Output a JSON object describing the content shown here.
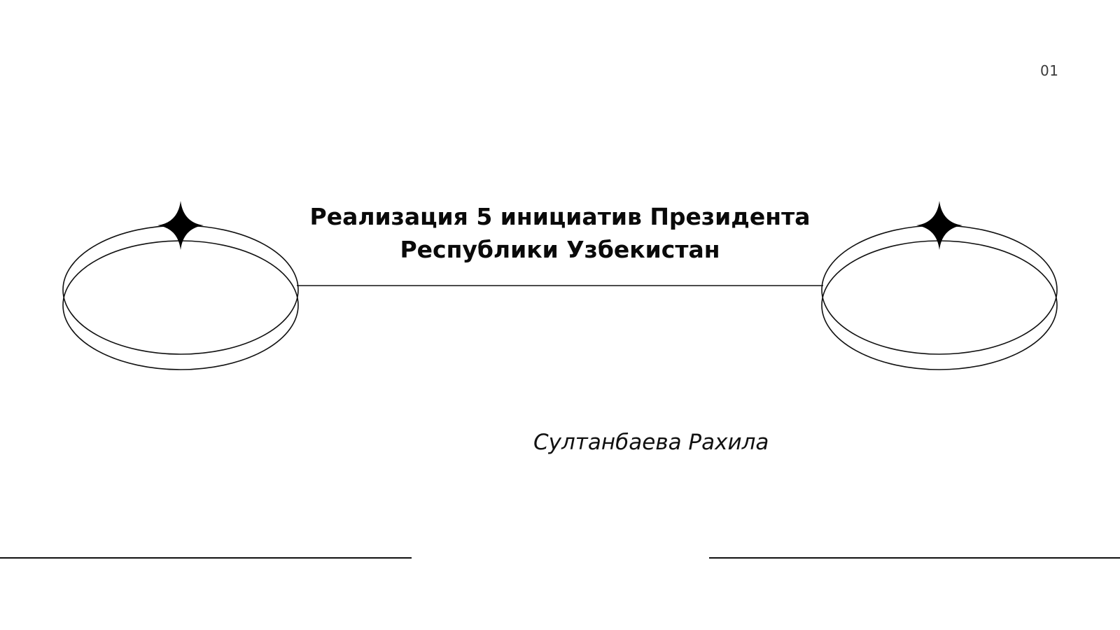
{
  "slide": {
    "page_number": "01",
    "title_lines": [
      "Реализация 5 инициатив Президента",
      "Республики Узбекистан"
    ],
    "author": "Султанбаева Рахила"
  },
  "colors": {
    "background": "#ffffff",
    "ink": "#0a0a0a",
    "page_number": "#3a3a3a"
  },
  "decorations": {
    "left_orbit": "double-ellipse-with-sparkle-star",
    "right_orbit": "double-ellipse-with-sparkle-star",
    "connector": "horizontal-line",
    "bottom_rules": [
      "left-rule",
      "right-rule"
    ]
  }
}
